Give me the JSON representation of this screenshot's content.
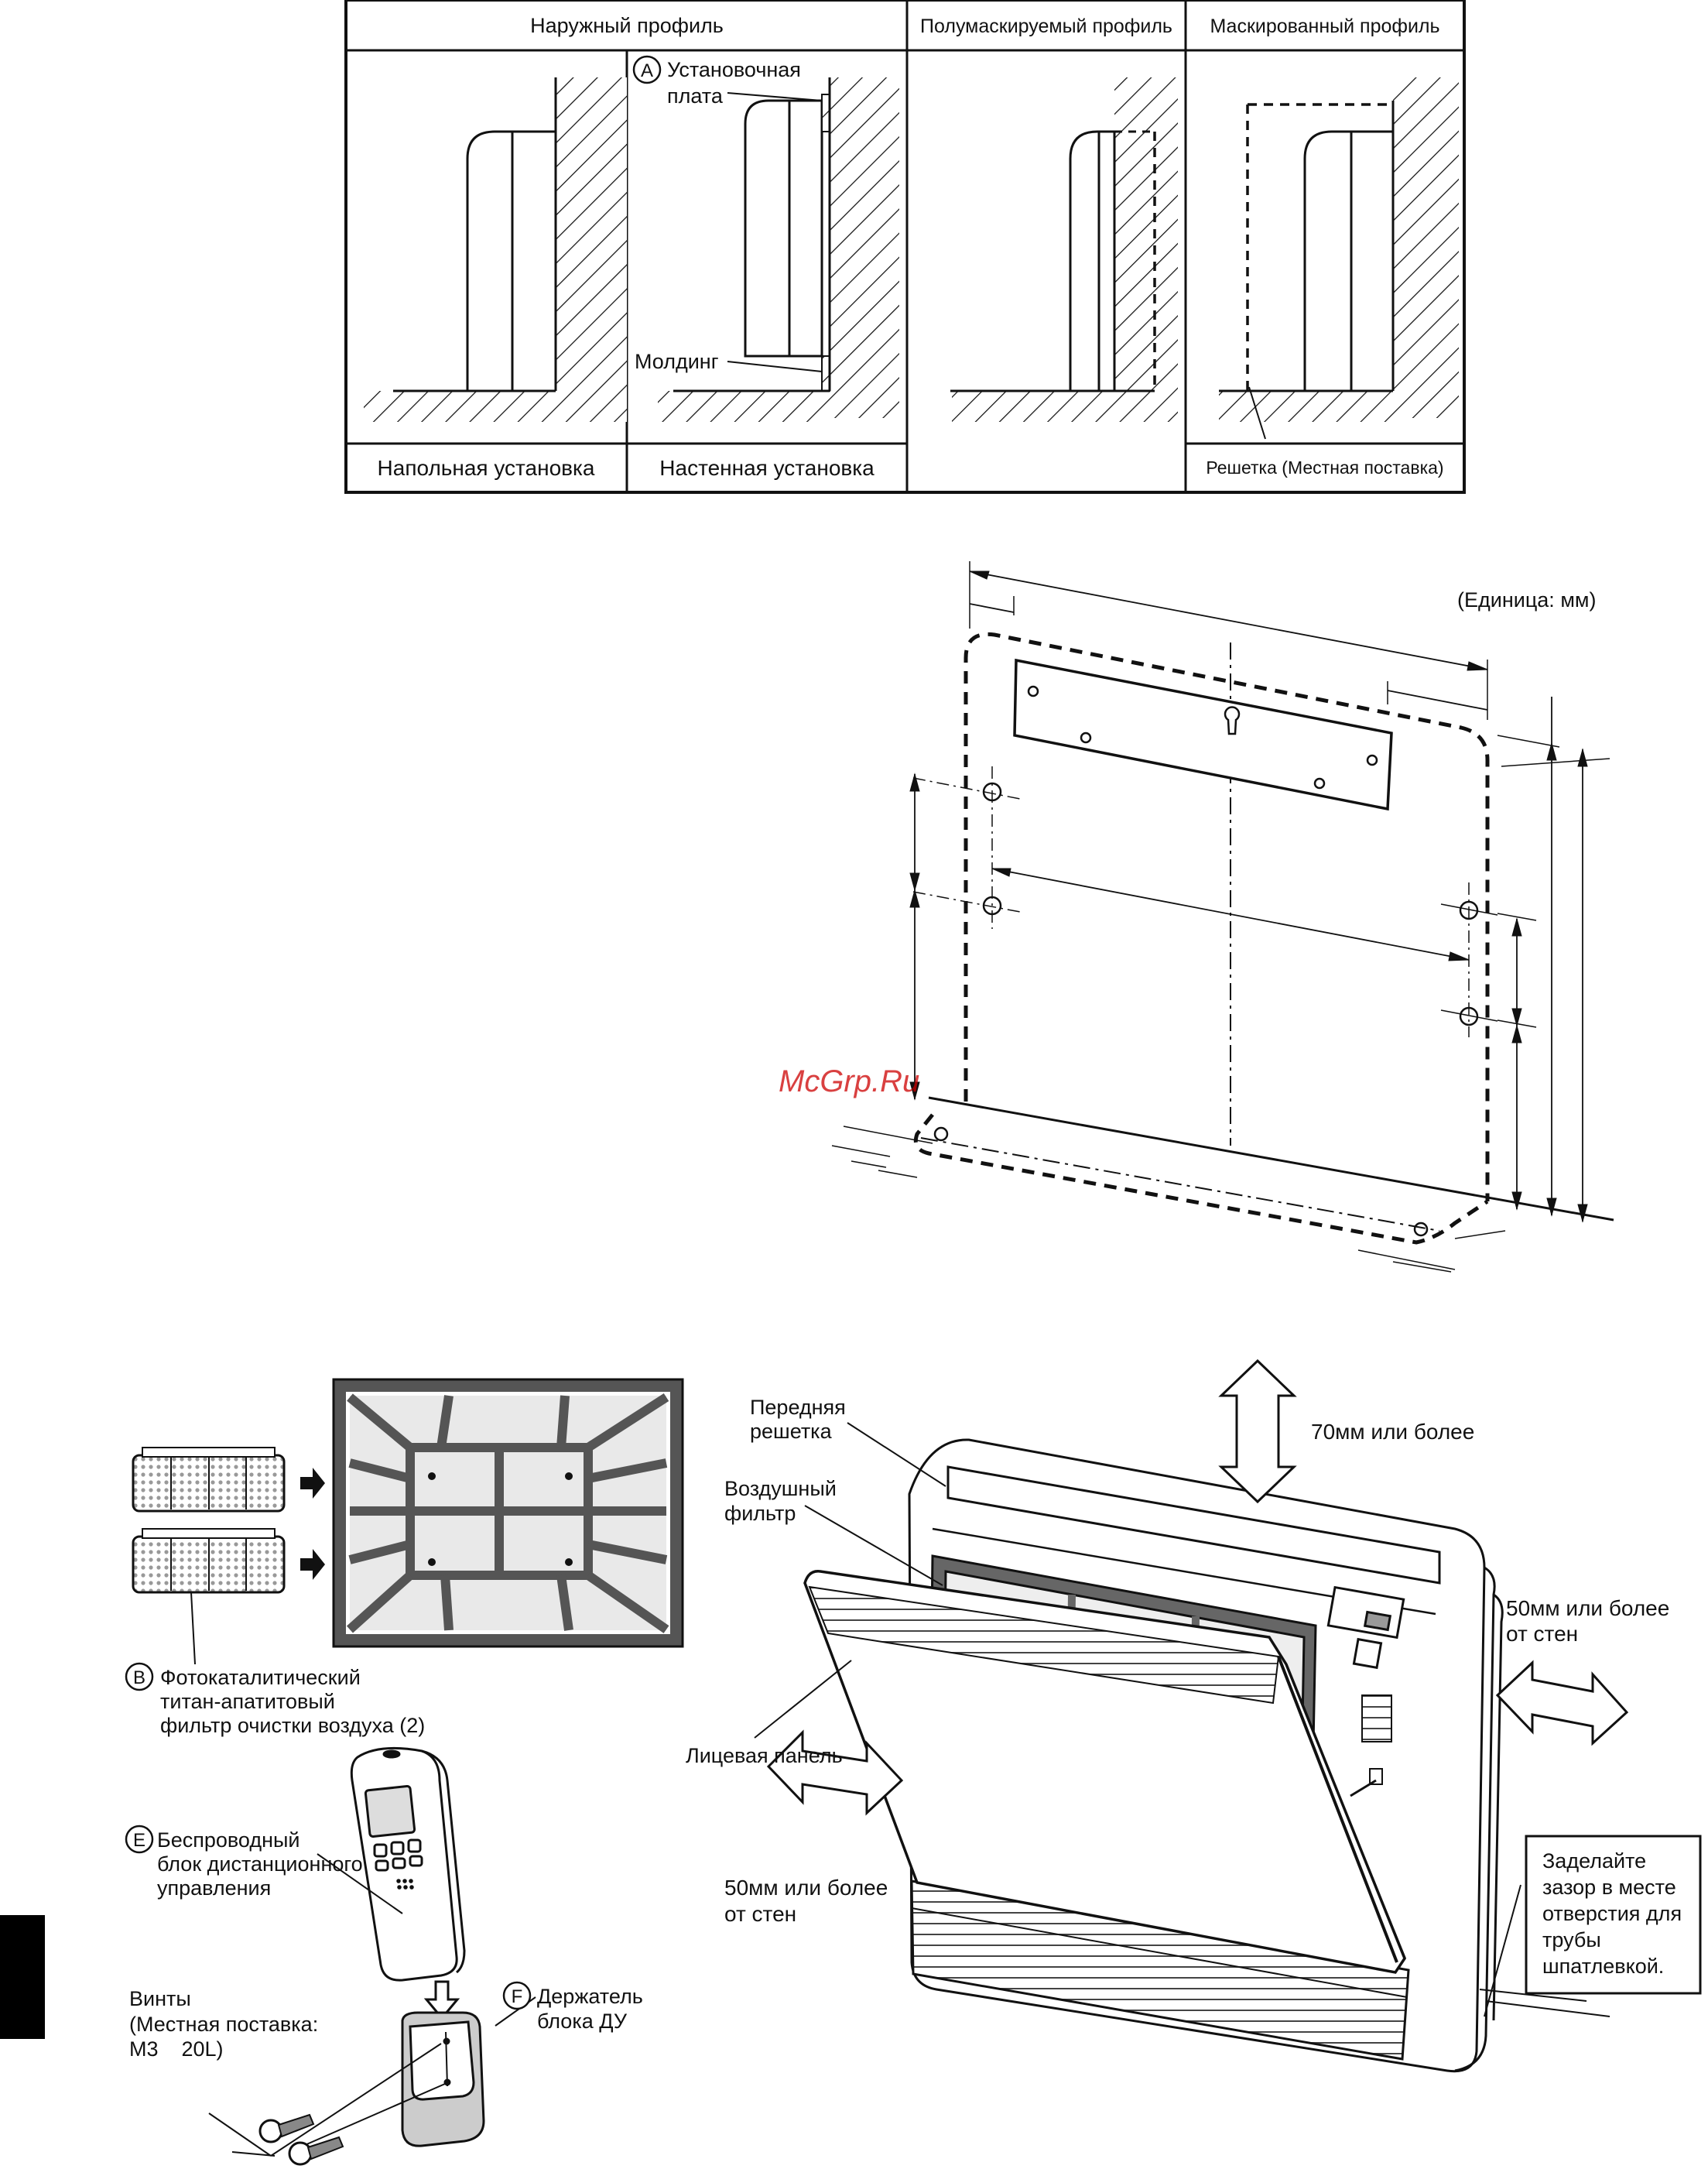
{
  "profiles_table": {
    "headers": [
      "Наружный профиль",
      "Полумаскируемый профиль",
      "Маскированный профиль"
    ],
    "part_letter": "A",
    "callout_plate": [
      "Установочная",
      "плата"
    ],
    "callout_molding": "Молдинг",
    "footer_floor": "Напольная установка",
    "footer_wall": "Настенная установка",
    "footer_grille": "Решетка (Местная поставка)"
  },
  "template_diagram": {
    "unit_label": "(Единица: мм)"
  },
  "watermark": "McGrp.Ru",
  "accessories": {
    "filter": {
      "letter": "B",
      "lines": [
        "Фотокаталитический",
        "титан-апатитовый",
        "фильтр очистки воздуха (2)"
      ]
    },
    "remote": {
      "letter": "E",
      "lines": [
        "Беспроводный",
        "блок дистанционного",
        "управления"
      ]
    },
    "holder": {
      "letter": "F",
      "lines": [
        "Держатель",
        "блока ДУ"
      ]
    },
    "screws": {
      "lines": [
        "Винты",
        "(Местная поставка:",
        "M3    20L)"
      ]
    }
  },
  "unit_view": {
    "front_grille": [
      "Передняя",
      "решетка"
    ],
    "air_filter": [
      "Воздушный",
      "фильтр"
    ],
    "face_panel": "Лицевая панель",
    "top_clearance": "70мм или более",
    "right_clearance": [
      "50мм или более",
      "от стен"
    ],
    "left_clearance": [
      "50мм или более",
      "от стен"
    ],
    "seal_note": [
      "Заделайте",
      "зазор в месте",
      "отверстия для",
      "трубы",
      "шпатлевкой."
    ]
  },
  "colors": {
    "ink": "#111111",
    "watermark": "#cc0000",
    "panel_gray": "#555555"
  }
}
